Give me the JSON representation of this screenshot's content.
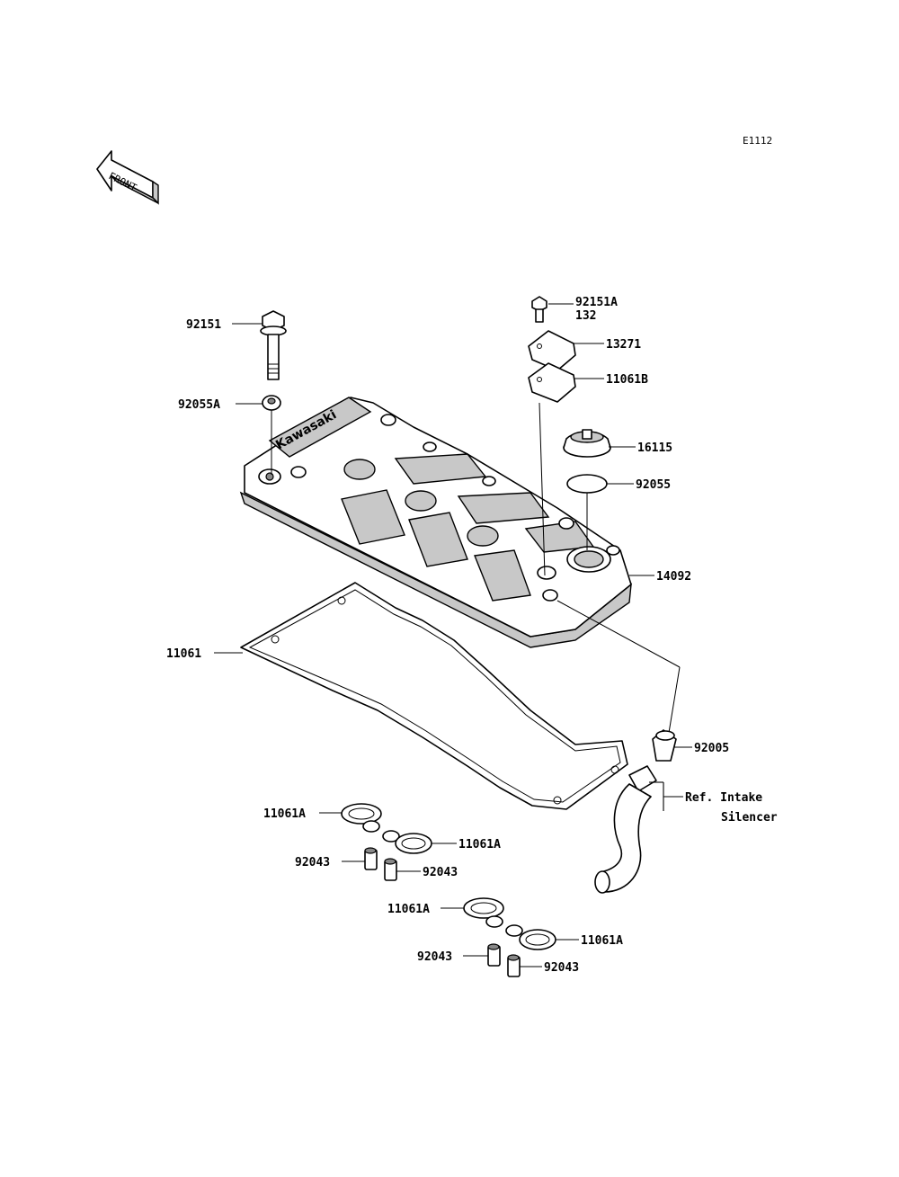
{
  "diagram_code": "E1112",
  "front_arrow": {
    "label": "FRONT",
    "icon": "front-direction-arrow-icon"
  },
  "logo_text": "Kawasaki",
  "callouts": {
    "c92151": "92151",
    "c92055A": "92055A",
    "c92151A": "92151A",
    "c132": "132",
    "c13271": "13271",
    "c11061B": "11061B",
    "c16115": "16115",
    "c92055": "92055",
    "c14092": "14092",
    "c11061": "11061",
    "c92005": "92005",
    "ref_line1": "Ref. Intake",
    "ref_line2": "Silencer",
    "c11061A_1": "11061A",
    "c11061A_2": "11061A",
    "c92043_1": "92043",
    "c92043_2": "92043",
    "c11061A_3": "11061A",
    "c11061A_4": "11061A",
    "c92043_3": "92043",
    "c92043_4": "92043"
  }
}
